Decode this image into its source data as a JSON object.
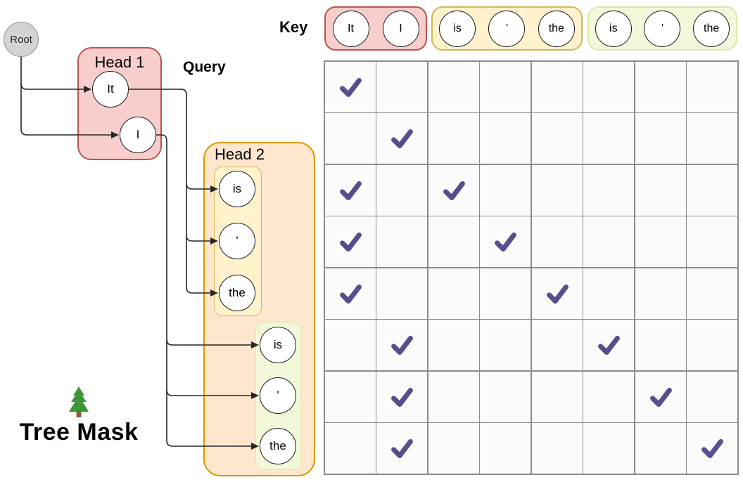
{
  "labels": {
    "root": "Root",
    "head1": "Head 1",
    "head2": "Head 2",
    "query": "Query",
    "key": "Key",
    "tree_mask": "Tree Mask"
  },
  "tree": {
    "head1_tokens": [
      "It",
      "I"
    ],
    "head2_tokens": [
      "is",
      "'",
      "the"
    ],
    "head2b_tokens": [
      "is",
      "'",
      "the"
    ]
  },
  "key": {
    "groups": [
      {
        "color": "pink",
        "tokens": [
          "It",
          "I"
        ]
      },
      {
        "color": "orange",
        "tokens": [
          "is",
          "'",
          "the"
        ]
      },
      {
        "color": "green",
        "tokens": [
          "is",
          "'",
          "the"
        ]
      }
    ]
  },
  "matrix": {
    "rows": 8,
    "cols": 8,
    "mask": [
      [
        1,
        0,
        0,
        0,
        0,
        0,
        0,
        0
      ],
      [
        0,
        1,
        0,
        0,
        0,
        0,
        0,
        0
      ],
      [
        1,
        0,
        1,
        0,
        0,
        0,
        0,
        0
      ],
      [
        1,
        0,
        0,
        1,
        0,
        0,
        0,
        0
      ],
      [
        1,
        0,
        0,
        0,
        1,
        0,
        0,
        0
      ],
      [
        0,
        1,
        0,
        0,
        0,
        1,
        0,
        0
      ],
      [
        0,
        1,
        0,
        0,
        0,
        0,
        1,
        0
      ],
      [
        0,
        1,
        0,
        0,
        0,
        0,
        0,
        1
      ]
    ]
  },
  "icons": {
    "tree": "evergreen-tree",
    "check": "checkmark"
  },
  "colors": {
    "check": "#594D8E",
    "line": "#262626",
    "node_border": "#1A1A1A",
    "root_fill": "#D3D3D3",
    "root_border": "#8F8F8F",
    "head1_fill": "#F8CECC",
    "head1_border": "#B85450",
    "head2_fill": "#FFE6CC",
    "head2_border": "#D79B00",
    "inner_yellow_fill": "#FFF2CC",
    "inner_yellow_border": "#D6B656",
    "green_fill": "#F2F9DA",
    "green_border": "#DCE7AE",
    "grid_line": "#8C8C8C",
    "cell_fill": "#FBFBFB",
    "tree_green": "#3D9635",
    "tree_trunk": "#8A5B34"
  }
}
